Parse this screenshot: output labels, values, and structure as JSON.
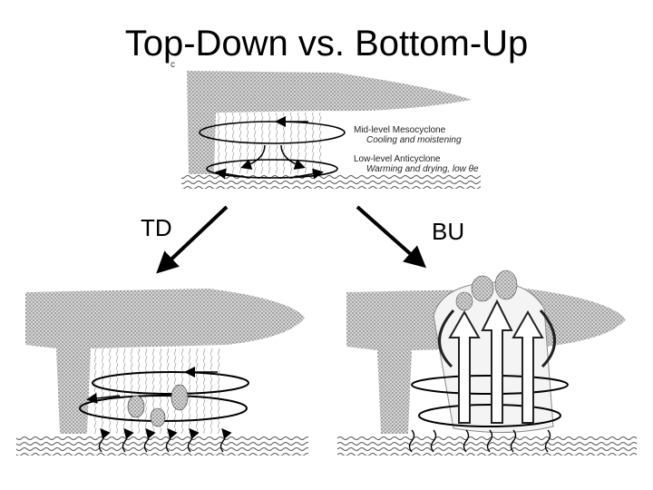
{
  "title": "Top-Down vs. Bottom-Up",
  "labels": {
    "td": "TD",
    "bu": "BU"
  },
  "top_panel": {
    "corner_letter": "c",
    "mid_level": {
      "name": "Mid-level Mesocyclone",
      "effect": "Cooling and moistening"
    },
    "low_level": {
      "name": "Low-level Anticyclone",
      "effect": "Warming and drying, low θe"
    }
  },
  "colors": {
    "stipple": "#9a9a9a",
    "ink": "#000000"
  }
}
